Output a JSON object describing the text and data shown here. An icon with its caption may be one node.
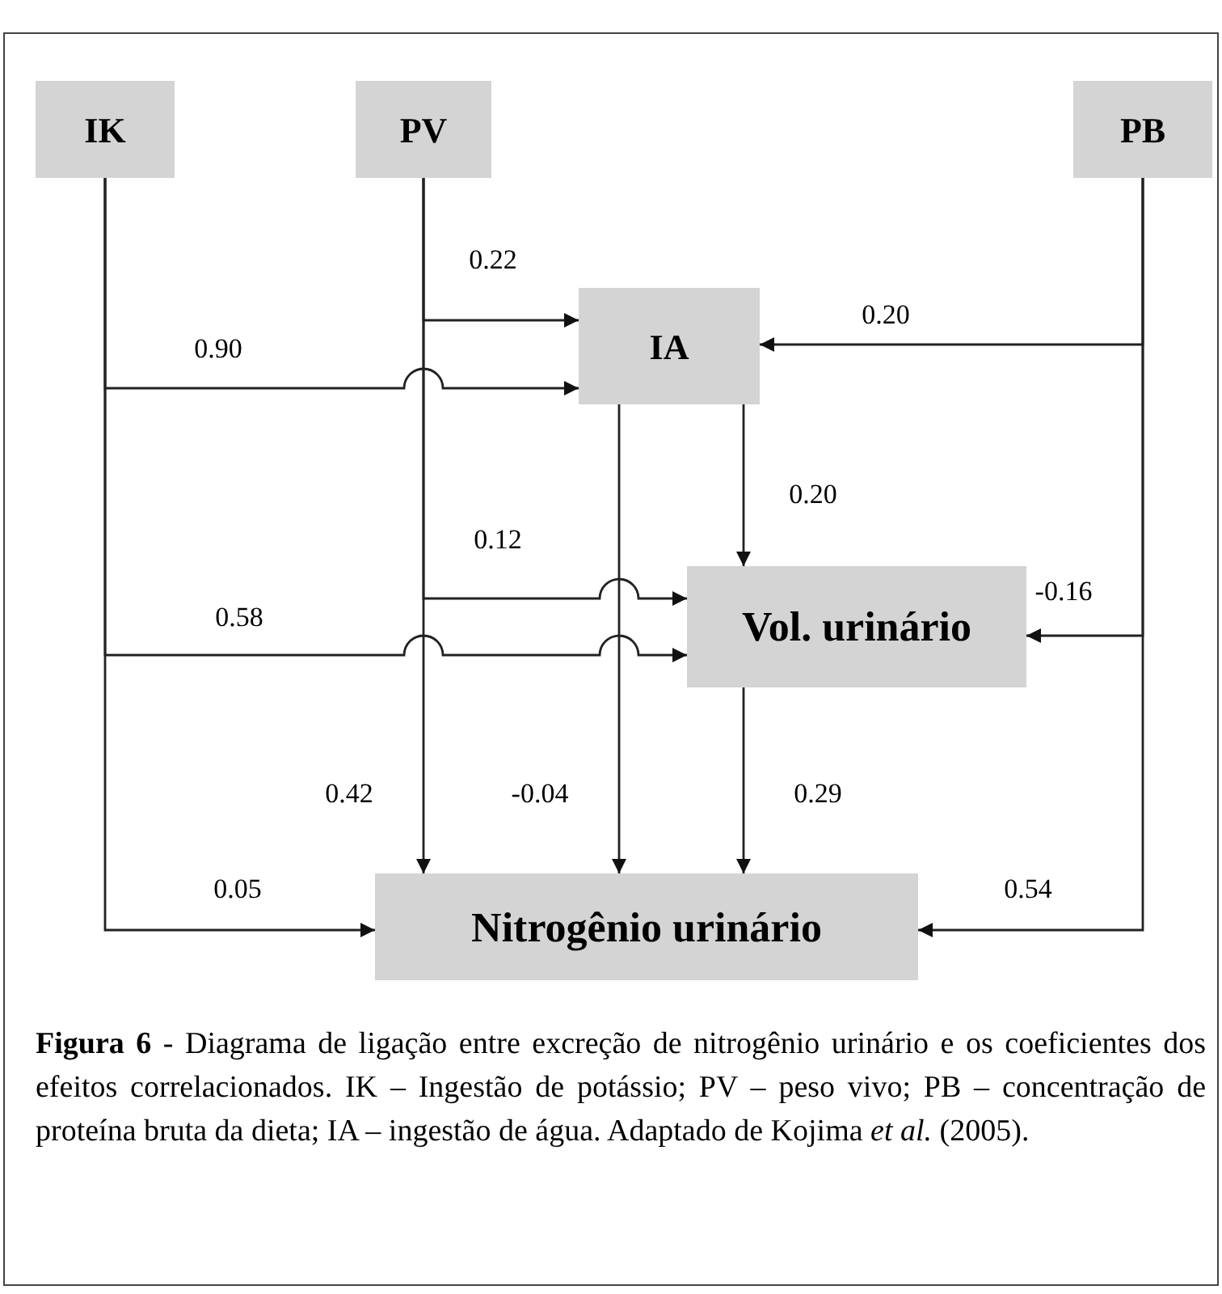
{
  "diagram": {
    "caption": "**Figura 6** - Diagrama de ligação entre excreção de nitrogênio urinário e os coeficientes dos efeitos correlacionados. IK – Ingestão de potássio; PV – peso vivo; PB – concentração de proteína bruta da dieta; IA – ingestão de água. Adaptado de Kojima *et al.* (2005).",
    "nodes": [
      {
        "text": [
          "IK"
        ]
      },
      {
        "text": [
          "PV"
        ]
      },
      {
        "text": [
          "PB"
        ]
      },
      {
        "text": [
          "IA"
        ]
      },
      {
        "text": [
          "Vol. urinário"
        ]
      },
      {
        "text": [
          "Nitrogênio urinário"
        ]
      }
    ],
    "edges": [
      {
        "from": 1,
        "to": 3,
        "arrow": "to",
        "label": "0.22"
      },
      {
        "from": 0,
        "to": 3,
        "arrow": "to",
        "label": "0.90"
      },
      {
        "from": 2,
        "to": 3,
        "arrow": "to",
        "label": "0.20"
      },
      {
        "from": 3,
        "to": 4,
        "arrow": "to",
        "label": "0.20"
      },
      {
        "from": 1,
        "to": 4,
        "arrow": "to",
        "label": "0.12"
      },
      {
        "from": 0,
        "to": 4,
        "arrow": "to",
        "label": "0.58"
      },
      {
        "from": 2,
        "to": 4,
        "arrow": "to",
        "label": "-0.16"
      },
      {
        "from": 1,
        "to": 5,
        "arrow": "to",
        "label": "0.42"
      },
      {
        "from": 3,
        "to": 5,
        "arrow": "to",
        "label": "-0.04"
      },
      {
        "from": 4,
        "to": 5,
        "arrow": "to",
        "label": "0.29"
      },
      {
        "from": 0,
        "to": 5,
        "arrow": "to",
        "label": "0.05"
      },
      {
        "from": 2,
        "to": 5,
        "arrow": "to",
        "label": "0.54"
      }
    ]
  }
}
